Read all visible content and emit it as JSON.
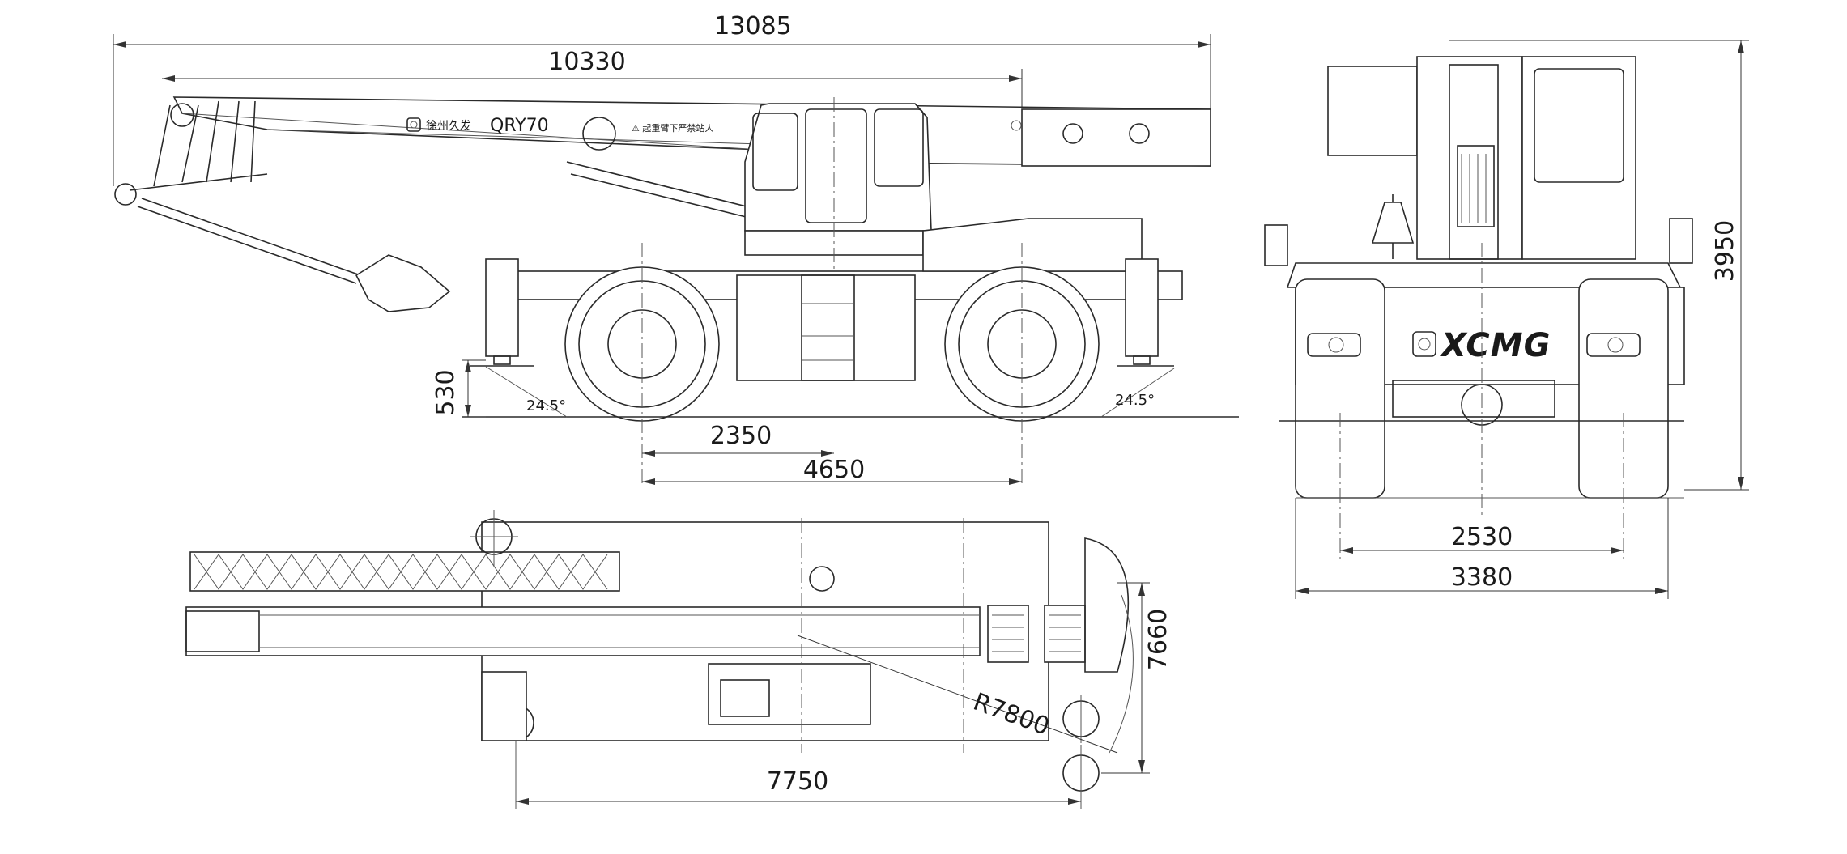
{
  "dimensions": {
    "overall_length": "13085",
    "boom_length": "10330",
    "ground_clearance": "530",
    "approach_angle": "24.5°",
    "departure_angle": "24.5°",
    "half_wheelbase": "2350",
    "wheelbase": "4650",
    "overall_height": "3950",
    "track_width": "2530",
    "overall_width": "3380",
    "outrigger_span": "7660",
    "turning_radius": "R7800",
    "outrigger_length": "7750"
  },
  "labels": {
    "brand_cn": "徐州久发",
    "model": "QRY70",
    "warning": "⚠ 起重臂下严禁站人",
    "brand_logo": "XCMG"
  },
  "icons": {
    "brand_mark": "brand-logo-icon"
  }
}
